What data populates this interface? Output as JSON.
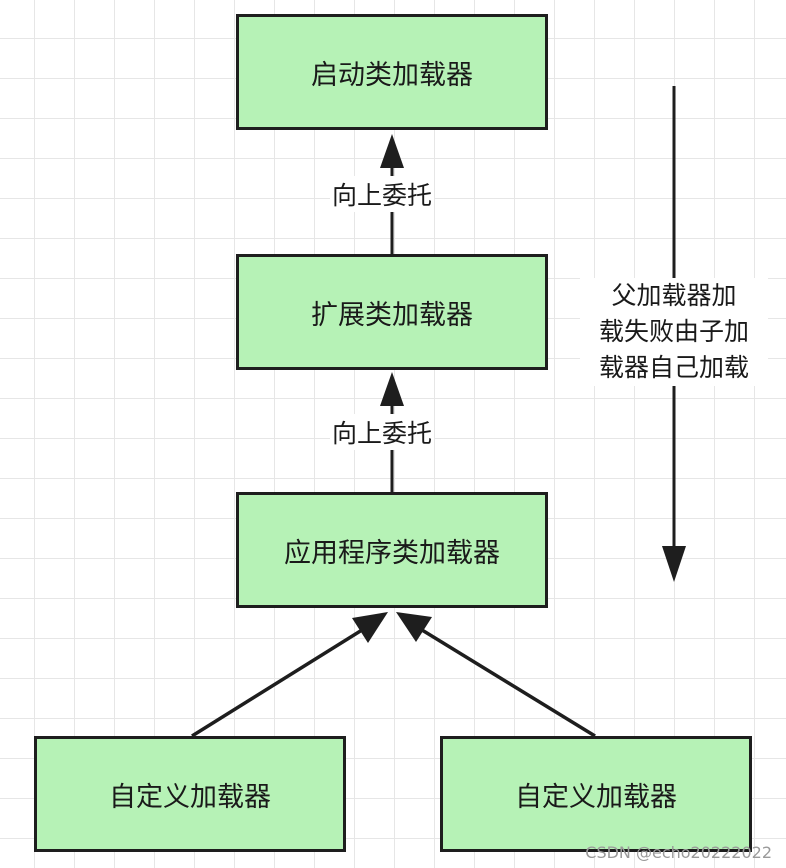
{
  "nodes": {
    "bootstrap": "启动类加载器",
    "extension": "扩展类加载器",
    "application": "应用程序类加载器",
    "custom_left": "自定义加载器",
    "custom_right": "自定义加载器"
  },
  "edges": {
    "delegate_label_top": "向上委托",
    "delegate_label_mid": "向上委托"
  },
  "side_note": {
    "line1": "父加载器加",
    "line2": "载失败由子加",
    "line3": "载器自己加载"
  },
  "watermark": "CSDN @echo20222022",
  "colors": {
    "node_fill": "#b6f2b6",
    "stroke": "#1e1e1e"
  }
}
